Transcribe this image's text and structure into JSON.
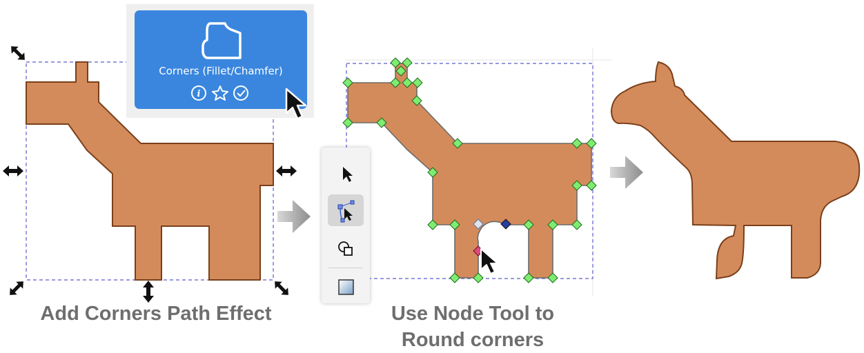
{
  "lpe_card": {
    "title": "Corners (Fillet/Chamfer)",
    "icons": [
      "info-icon",
      "star-icon",
      "check-circle-icon"
    ]
  },
  "toolbox": {
    "tools": [
      "selector-tool-icon",
      "node-tool-icon",
      "shape-builder-tool-icon",
      "gradient-tool-icon"
    ],
    "active_tool": "node-tool-icon"
  },
  "captions": {
    "left": "Add Corners Path Effect",
    "middle_line1": "Use Node Tool to",
    "middle_line2": "Round corners"
  },
  "colors": {
    "shape_fill": "#d48b5b",
    "shape_stroke": "#7a3f1a",
    "selection_dash": "#5a5acd",
    "node_green": "#7eec72",
    "card_blue": "#3a86de"
  }
}
